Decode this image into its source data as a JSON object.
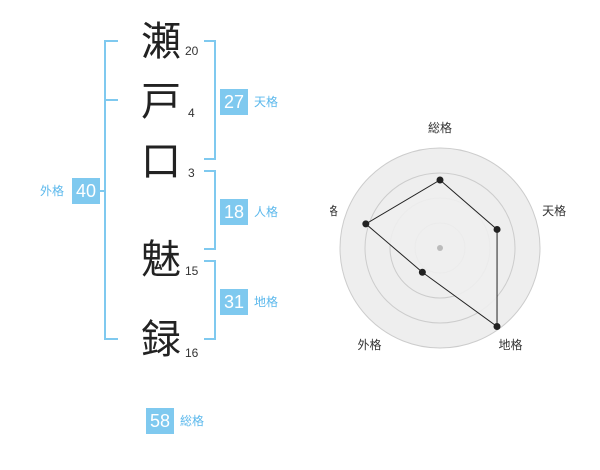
{
  "name_chars": [
    {
      "char": "瀬",
      "strokes": "20"
    },
    {
      "char": "戸",
      "strokes": "4"
    },
    {
      "char": "口",
      "strokes": "3"
    },
    {
      "char": "魅",
      "strokes": "15"
    },
    {
      "char": "録",
      "strokes": "16"
    }
  ],
  "fortune": {
    "tenkaku": {
      "value": "27",
      "label": "天格"
    },
    "jinkaku": {
      "value": "18",
      "label": "人格"
    },
    "chikaku": {
      "value": "31",
      "label": "地格"
    },
    "gaikaku": {
      "value": "40",
      "label": "外格"
    },
    "soukaku": {
      "value": "58",
      "label": "総格"
    }
  },
  "chart_data": {
    "type": "radar",
    "axes": [
      "総格",
      "天格",
      "地格",
      "外格",
      "人格"
    ],
    "values": [
      0.68,
      0.6,
      0.97,
      0.3,
      0.78
    ],
    "rmax": 1,
    "rings": 4,
    "colors": {
      "fill": "#eeeeee",
      "line": "#222222",
      "ring": "#cccccc",
      "center": "#bbbbbb"
    }
  }
}
